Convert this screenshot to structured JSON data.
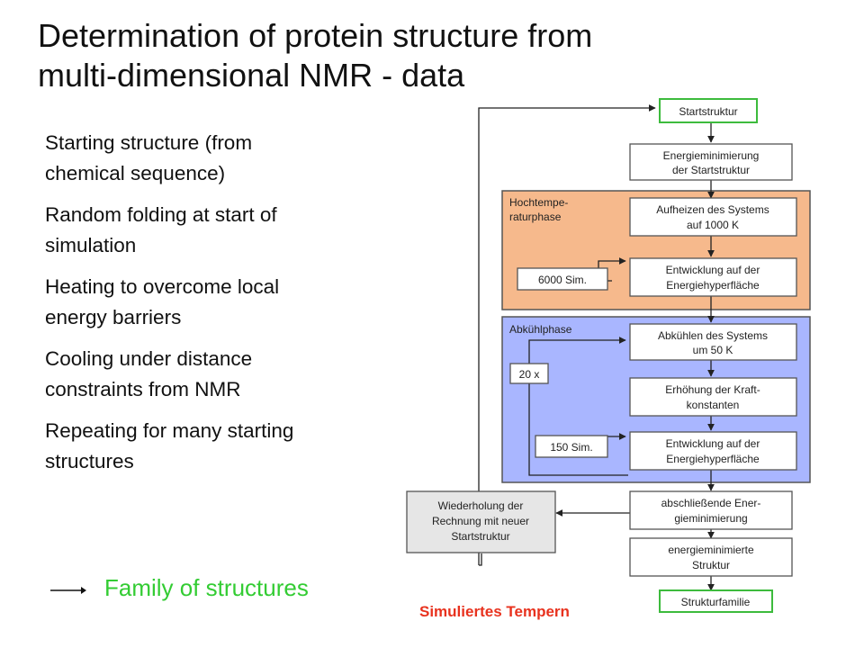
{
  "title_line1": "Determination of protein structure from",
  "title_line2": "multi-dimensional NMR - data",
  "bullets": [
    [
      "Starting structure (from",
      "chemical sequence)"
    ],
    [
      "Random folding at start of",
      "simulation"
    ],
    [
      "Heating to overcome local",
      "energy barriers"
    ],
    [
      "Cooling under distance",
      "constraints from NMR"
    ],
    [
      "Repeating for many starting",
      "structures"
    ]
  ],
  "result_label": "Family of structures",
  "result_color": "#33cc33",
  "flowchart": {
    "startstruktur": "Startstruktur",
    "energieminimierung": [
      "Energieminimierung",
      "der Startstruktur"
    ],
    "hochtemp_label": [
      "Hochtempe-",
      "raturphase"
    ],
    "aufheizen": [
      "Aufheizen des Systems",
      "auf 1000 K"
    ],
    "sim6000": "6000 Sim.",
    "entwicklung1": [
      "Entwicklung auf  der",
      "Energiehyperfläche"
    ],
    "abkuehl_label": "Abkühlphase",
    "abkuehlen": [
      "Abkühlen des Systems",
      "um 50 K"
    ],
    "x20": "20 x",
    "erhoehung": [
      "Erhöhung der Kraft-",
      "konstanten"
    ],
    "sim150": "150 Sim.",
    "entwicklung2": [
      "Entwicklung auf  der",
      "Energiehyperfläche"
    ],
    "abschliessende": [
      "abschließende Ener-",
      "gieminimierung"
    ],
    "wiederholung": [
      "Wiederholung der",
      "Rechnung mit neuer",
      "Startstruktur"
    ],
    "energieminimierte": [
      "energieminimierte",
      "Struktur"
    ],
    "strukturfamilie": "Strukturfamilie",
    "caption": "Simuliertes Tempern",
    "colors": {
      "orange_phase": "#f6b98c",
      "blue_phase": "#a9b6ff",
      "green_border": "#3dbb3d",
      "caption_red": "#e8321e",
      "grey_box": "#e6e6e6"
    }
  }
}
